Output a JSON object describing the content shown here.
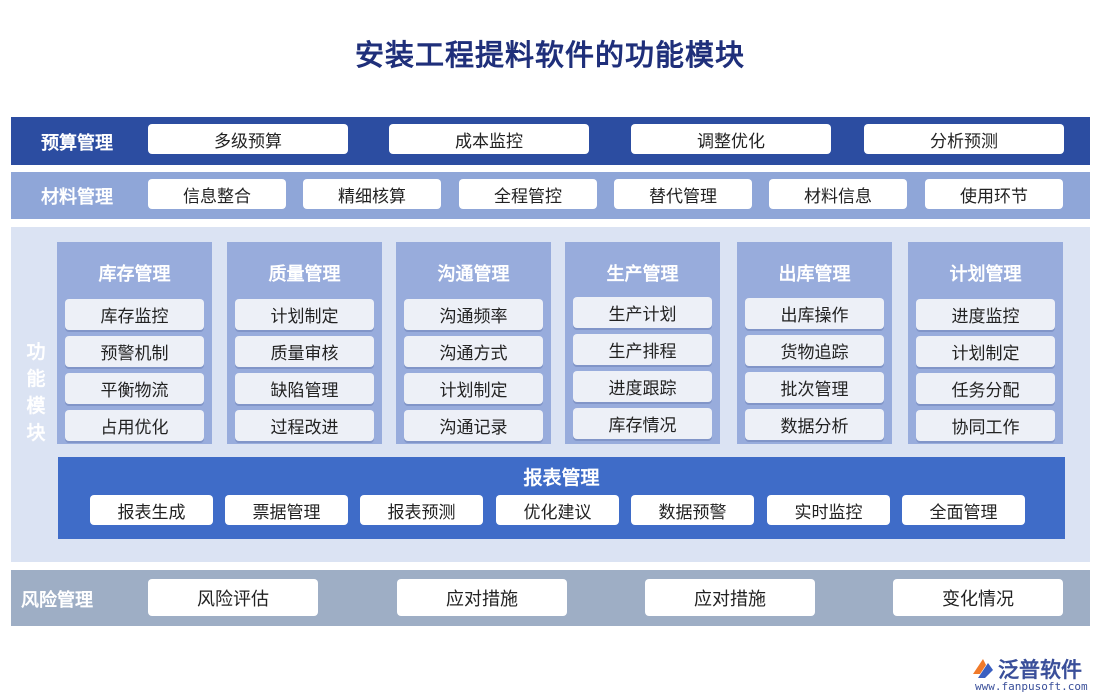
{
  "title": "安装工程提料软件的功能模块",
  "budget": {
    "label": "预算管理",
    "items": [
      "多级预算",
      "成本监控",
      "调整优化",
      "分析预测"
    ]
  },
  "material": {
    "label": "材料管理",
    "items": [
      "信息整合",
      "精细核算",
      "全程管控",
      "替代管理",
      "材料信息",
      "使用环节"
    ]
  },
  "function": {
    "label": "功能模块",
    "modules": [
      {
        "title": "库存管理",
        "items": [
          "库存监控",
          "预警机制",
          "平衡物流",
          "占用优化"
        ]
      },
      {
        "title": "质量管理",
        "items": [
          "计划制定",
          "质量审核",
          "缺陷管理",
          "过程改进"
        ]
      },
      {
        "title": "沟通管理",
        "items": [
          "沟通频率",
          "沟通方式",
          "计划制定",
          "沟通记录"
        ]
      },
      {
        "title": "生产管理",
        "items": [
          "生产计划",
          "生产排程",
          "进度跟踪",
          "库存情况"
        ]
      },
      {
        "title": "出库管理",
        "items": [
          "出库操作",
          "货物追踪",
          "批次管理",
          "数据分析"
        ]
      },
      {
        "title": "计划管理",
        "items": [
          "进度监控",
          "计划制定",
          "任务分配",
          "协同工作"
        ]
      }
    ],
    "report": {
      "title": "报表管理",
      "items": [
        "报表生成",
        "票据管理",
        "报表预测",
        "优化建议",
        "数据预警",
        "实时监控",
        "全面管理"
      ]
    }
  },
  "risk": {
    "label": "风险管理",
    "items": [
      "风险评估",
      "应对措施",
      "应对措施",
      "变化情况"
    ]
  },
  "logo": {
    "name": "泛普软件",
    "url": "www.fanpusoft.com"
  },
  "colors": {
    "title": "#1f2f7a",
    "budget_band": "#2c4da1",
    "material_band": "#8fa6d8",
    "function_band": "#dbe3f3",
    "module_column": "#98acdc",
    "report_band": "#3f6cc8",
    "risk_band": "#9eaec5"
  }
}
